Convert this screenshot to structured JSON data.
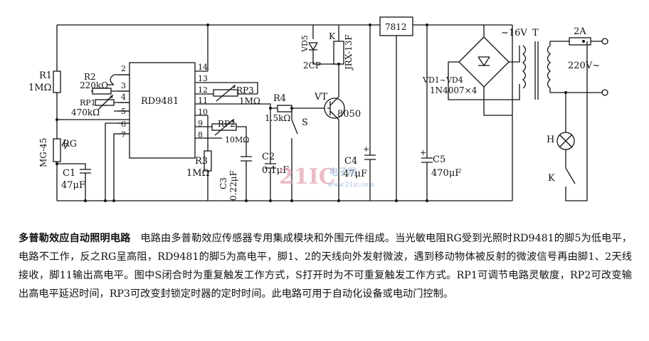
{
  "diagram": {
    "ic_name": "RD9481",
    "ic_pins_left": [
      "2",
      "3",
      "4",
      "5",
      "6",
      "7"
    ],
    "ic_pins_right": [
      "14",
      "13",
      "12",
      "11",
      "10",
      "9",
      "8"
    ],
    "regulator": "7812",
    "labels": {
      "r1": "R1",
      "r1_val": "1MΩ",
      "r2": "R2",
      "r2_val": "220kΩ",
      "rp1": "RP1",
      "rp1_val": "470kΩ",
      "rg": "RG",
      "mg": "MG-45",
      "c1": "C1",
      "c1_val": "47μF",
      "rp3": "RP3",
      "rp3_val": "1MΩ",
      "rp2": "RP2",
      "rp2_val": "10MΩ",
      "r3": "R3",
      "r3_val": "1MΩ",
      "c3": "C3",
      "c3_val": "0.22μF",
      "c2": "C2",
      "c2_val": "0.1μF",
      "r4": "R4",
      "r4_val": "1.5kΩ",
      "s": "S",
      "vt": "VT",
      "vt_val": "8050",
      "vd5": "VD5",
      "k_relay": "K",
      "cp": "2CP",
      "jrx": "JRX-13F",
      "c4": "C4",
      "c4_val": "47μF",
      "c5": "C5",
      "c5_val": "470μF",
      "bridge": "VD1~VD4",
      "bridge_val": "1N4007×4",
      "v16": "~16V",
      "t": "T",
      "fuse": "2A",
      "mains": "220V~",
      "lamp": "H",
      "switch_k": "K"
    },
    "watermark": {
      "brand": "21IC",
      "cn": "电子网",
      "url": "www.21ic.com"
    }
  },
  "caption": {
    "title": "多普勒效应自动照明电路",
    "body": "电路由多普勒效应传感器专用集成模块和外围元件组成。当光敏电阻RG受到光照时RD9481的脚5为低电平，电路不工作，反之RG呈高阻，RD9481的脚5为高电平，脚1、2的天线向外发射微波，遇到移动物体被反射的微波信号再由脚1、2天线接收，脚11输出高电平。图中S闭合时为重复触发工作方式，S打开时为不可重复触发工作方式。RP1可调节电路灵敏度，RP2可改变输出高电平延迟时间，RP3可改变封锁定时器的定时时间。此电路可用于自动化设备或电动门控制。"
  }
}
